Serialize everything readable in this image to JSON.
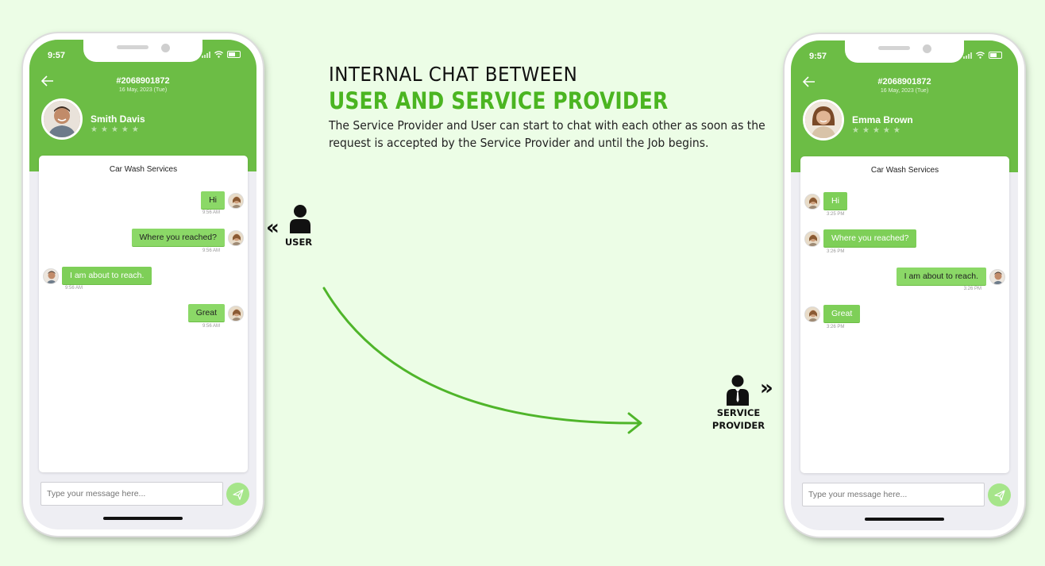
{
  "headline": {
    "line1": "INTERNAL CHAT BETWEEN",
    "line2": "USER AND SERVICE PROVIDER",
    "description": "The Service Provider and User can start to chat with each other as soon as the request is accepted by the Service Provider and until the Job begins."
  },
  "roles": {
    "user_label": "USER",
    "provider_label_line1": "SERVICE",
    "provider_label_line2": "PROVIDER"
  },
  "colors": {
    "background": "#ecfde6",
    "brand_green": "#6cbd45",
    "headline_green": "#4bb521",
    "bubble_green": "#8bd867"
  },
  "phone_left": {
    "status_time": "9:57",
    "order_id": "#2068901872",
    "order_date": "16 May, 2023 (Tue)",
    "contact_name": "Smith Davis",
    "rating_stars": 5,
    "chat_title": "Car Wash Services",
    "messages": [
      {
        "text": "Hi",
        "time": "9:56 AM",
        "side": "right"
      },
      {
        "text": "Where you reached?",
        "time": "9:56 AM",
        "side": "right"
      },
      {
        "text": "I am about to reach.",
        "time": "9:56 AM",
        "side": "left"
      },
      {
        "text": "Great",
        "time": "9:56 AM",
        "side": "right"
      }
    ],
    "input_placeholder": "Type your message here..."
  },
  "phone_right": {
    "status_time": "9:57",
    "order_id": "#2068901872",
    "order_date": "16 May, 2023 (Tue)",
    "contact_name": "Emma Brown",
    "rating_stars": 5,
    "chat_title": "Car Wash Services",
    "messages": [
      {
        "text": "Hi",
        "time": "3:25 PM",
        "side": "left"
      },
      {
        "text": "Where you reached?",
        "time": "3:26 PM",
        "side": "left"
      },
      {
        "text": "I am about to reach.",
        "time": "3:26 PM",
        "side": "right"
      },
      {
        "text": "Great",
        "time": "3:26 PM",
        "side": "left"
      }
    ],
    "input_placeholder": "Type your message here..."
  },
  "icons": {
    "back": "back-arrow-icon",
    "send": "send-icon",
    "user": "user-icon",
    "provider": "service-provider-icon",
    "star": "star-icon"
  }
}
